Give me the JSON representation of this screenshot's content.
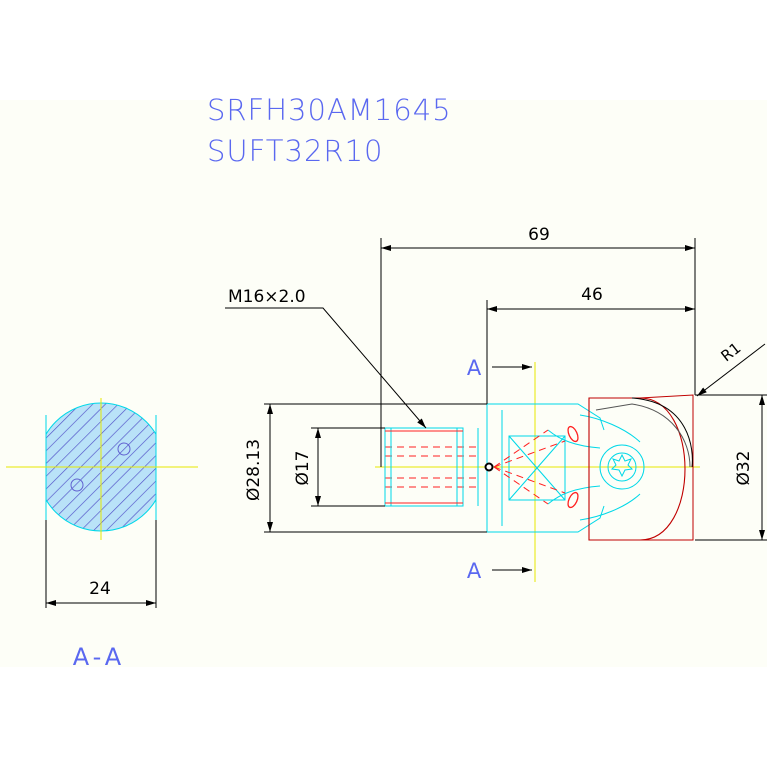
{
  "titles": {
    "line1": "SRFH30AM1645",
    "line2": "SUFT32R10"
  },
  "dimensions": {
    "overall_length": "69",
    "head_length": "46",
    "radius": "R1",
    "thread": "M16×2.0",
    "outer_diameter": "Ø28.13",
    "inner_diameter": "Ø17",
    "insert_diameter": "Ø32",
    "section_width": "24"
  },
  "section": {
    "marker_top": "A",
    "marker_bottom": "A",
    "caption": "A-A"
  },
  "colors": {
    "background": "#fdfef7",
    "dimension_lines": "#000000",
    "title_text": "#5a68f0",
    "body_outline": "#00d8e8",
    "thread_hidden": "#ff2020",
    "insert_outline": "#c00000",
    "centerline": "#e8e800",
    "hatch": "#5050c8",
    "section_fill": "#b9e2f8"
  }
}
